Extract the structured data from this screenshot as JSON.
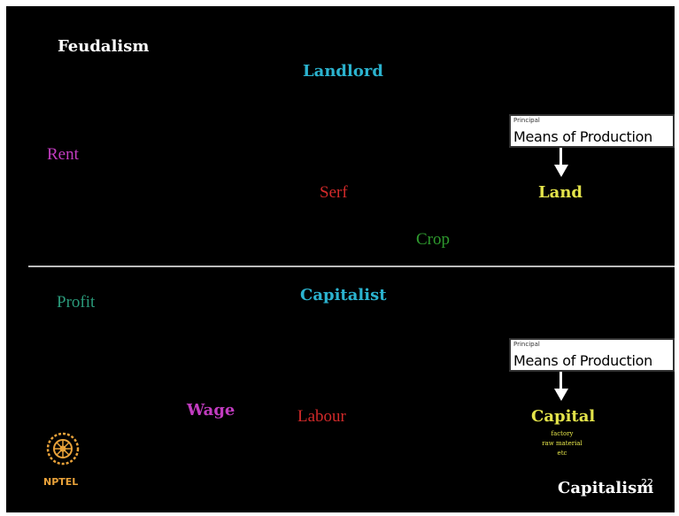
{
  "feudalism": {
    "heading": "Feudalism",
    "landlord": "Landlord",
    "rent": "Rent",
    "serf": "Serf",
    "crop": "Crop",
    "mop_small": "Principal",
    "mop_main": "Means of Production",
    "land": "Land"
  },
  "capitalism": {
    "profit": "Profit",
    "capitalist": "Capitalist",
    "wage": "Wage",
    "labour": "Labour",
    "mop_small": "Principal",
    "mop_main": "Means of Production",
    "capital": "Capital",
    "capital_items": [
      "factory",
      "raw material",
      "etc"
    ],
    "footer_label": "Capitalism"
  },
  "logo_text": "NPTEL",
  "page_number": "22",
  "colors": {
    "background": "#000000",
    "heading": "#ffffff",
    "landlord": "#2bb3cf",
    "capitalist": "#2bb3cf",
    "rent": "#c23cc0",
    "wage": "#c23cc0",
    "serf": "#d22a2a",
    "labour": "#d22a2a",
    "crop": "#2e9a2e",
    "profit": "#2a9a7a",
    "land": "#e3e34a",
    "capital": "#e3e34a",
    "logo": "#e9a23a"
  }
}
